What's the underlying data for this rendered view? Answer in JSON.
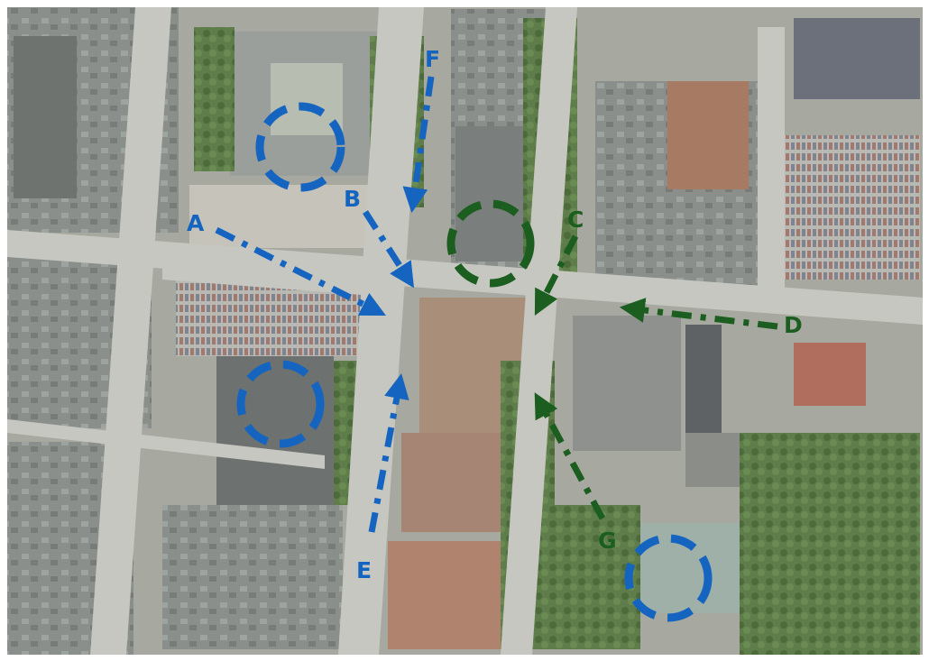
{
  "colors": {
    "blue": "#1565c0",
    "green": "#1b5e20",
    "frame": "#ffffff"
  },
  "map": {
    "labels": {
      "A": "A",
      "B": "B",
      "C": "C",
      "D": "D",
      "E": "E",
      "F": "F",
      "G": "G"
    }
  },
  "legend_icons": [
    "dashed-circle-icon",
    "dashed-arrow-icon"
  ]
}
